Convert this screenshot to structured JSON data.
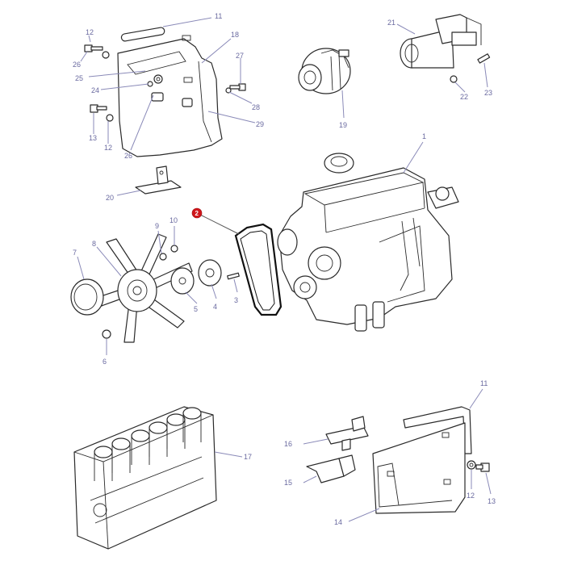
{
  "callouts": {
    "c11_top": "11",
    "c12_a": "12",
    "c12_b": "12",
    "c13_a": "13",
    "c18": "18",
    "c19": "19",
    "c20": "20",
    "c21": "21",
    "c22": "22",
    "c23": "23",
    "c24": "24",
    "c25": "25",
    "c26_a": "26",
    "c26_b": "26",
    "c27": "27",
    "c28": "28",
    "c29": "29",
    "c1": "1",
    "c2": "2",
    "c3": "3",
    "c4": "4",
    "c5": "5",
    "c6": "6",
    "c7": "7",
    "c8": "8",
    "c9": "9",
    "c10": "10",
    "c11_bottom": "11",
    "c12_bottom": "12",
    "c13_bottom": "13",
    "c14": "14",
    "c15": "15",
    "c16": "16",
    "c17": "17"
  },
  "highlight": {
    "color": "#d0161b"
  }
}
